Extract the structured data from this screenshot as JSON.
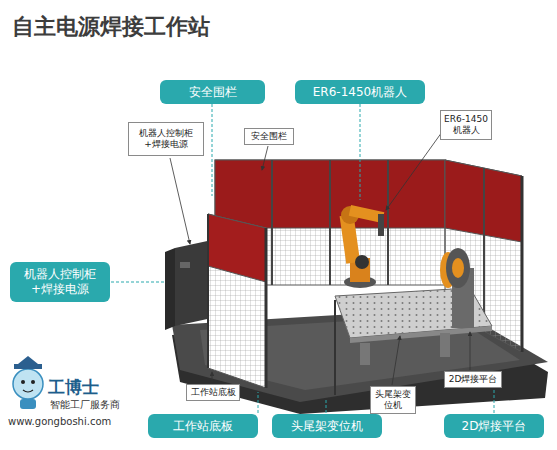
{
  "diagram": {
    "title": "自主电源焊接工作站",
    "nodes": [
      {
        "text": [
          "安全围栏"
        ]
      },
      {
        "text": [
          "ER6-1450机器人"
        ]
      },
      {
        "text": [
          "机器人控制柜+焊接电源"
        ]
      },
      {
        "text": [
          "安全围栏"
        ]
      },
      {
        "text": [
          "ER6-1450 机器人"
        ]
      },
      {
        "text": [
          "机器人控制柜+焊接电源"
        ]
      },
      {
        "text": [
          "2D焊接平台"
        ]
      },
      {
        "text": [
          "工作站底板"
        ]
      },
      {
        "text": [
          "头尾架变位机"
        ]
      },
      {
        "text": [
          "工作站底板"
        ]
      },
      {
        "text": [
          "头尾架变位机"
        ]
      },
      {
        "text": [
          "2D焊接平台"
        ]
      }
    ],
    "labels": [
      "工博士",
      "智能工厂服务商",
      "www.gongboshi.com"
    ]
  }
}
